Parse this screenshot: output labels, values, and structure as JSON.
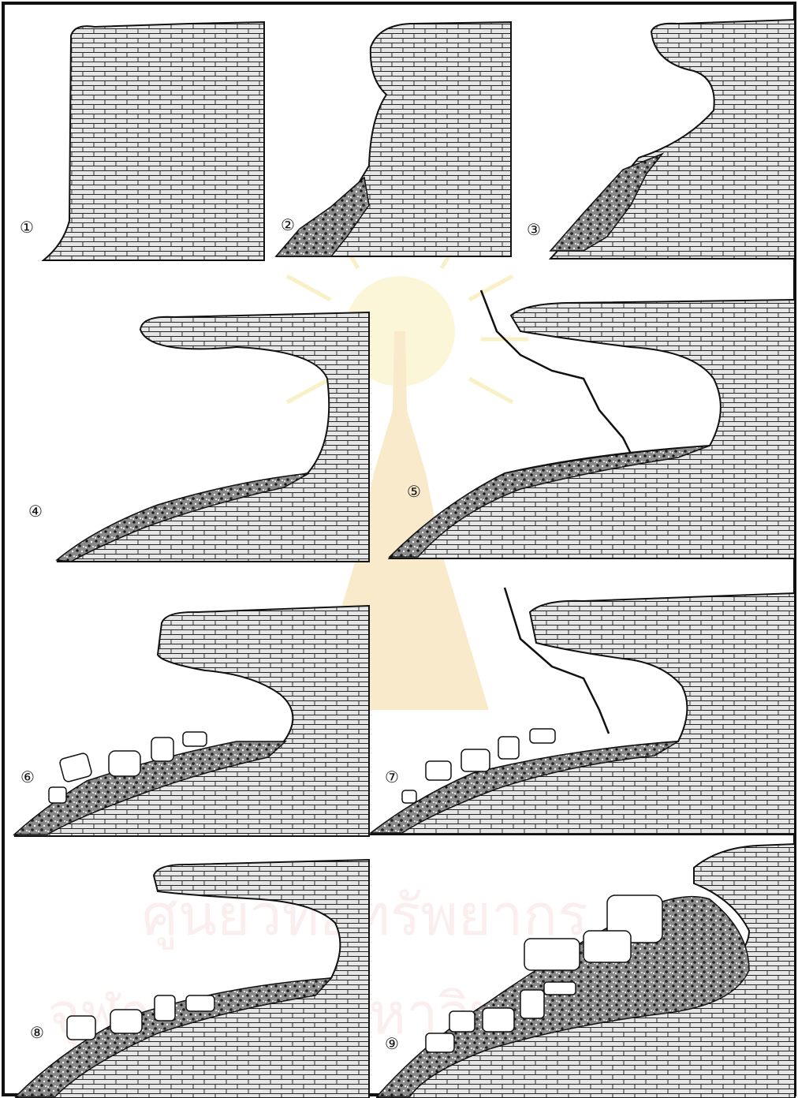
{
  "figure": {
    "panels": [
      {
        "id": 1,
        "label": "①"
      },
      {
        "id": 2,
        "label": "②"
      },
      {
        "id": 3,
        "label": "③"
      },
      {
        "id": 4,
        "label": "④"
      },
      {
        "id": 5,
        "label": "⑤"
      },
      {
        "id": 6,
        "label": "⑥"
      },
      {
        "id": 7,
        "label": "⑦"
      },
      {
        "id": 8,
        "label": "⑧"
      },
      {
        "id": 9,
        "label": "⑨"
      }
    ],
    "watermark": {
      "line1": "ศูนย์วิทยทรัพยากร",
      "line2": "จุฬาลงกรณ์มหาวิทยาลัย"
    },
    "colors": {
      "ink": "#111111",
      "rock_fill": "#d9d9d9",
      "watermark_sun": "#f5e7a8",
      "watermark_text": "#f2c9c9"
    }
  }
}
